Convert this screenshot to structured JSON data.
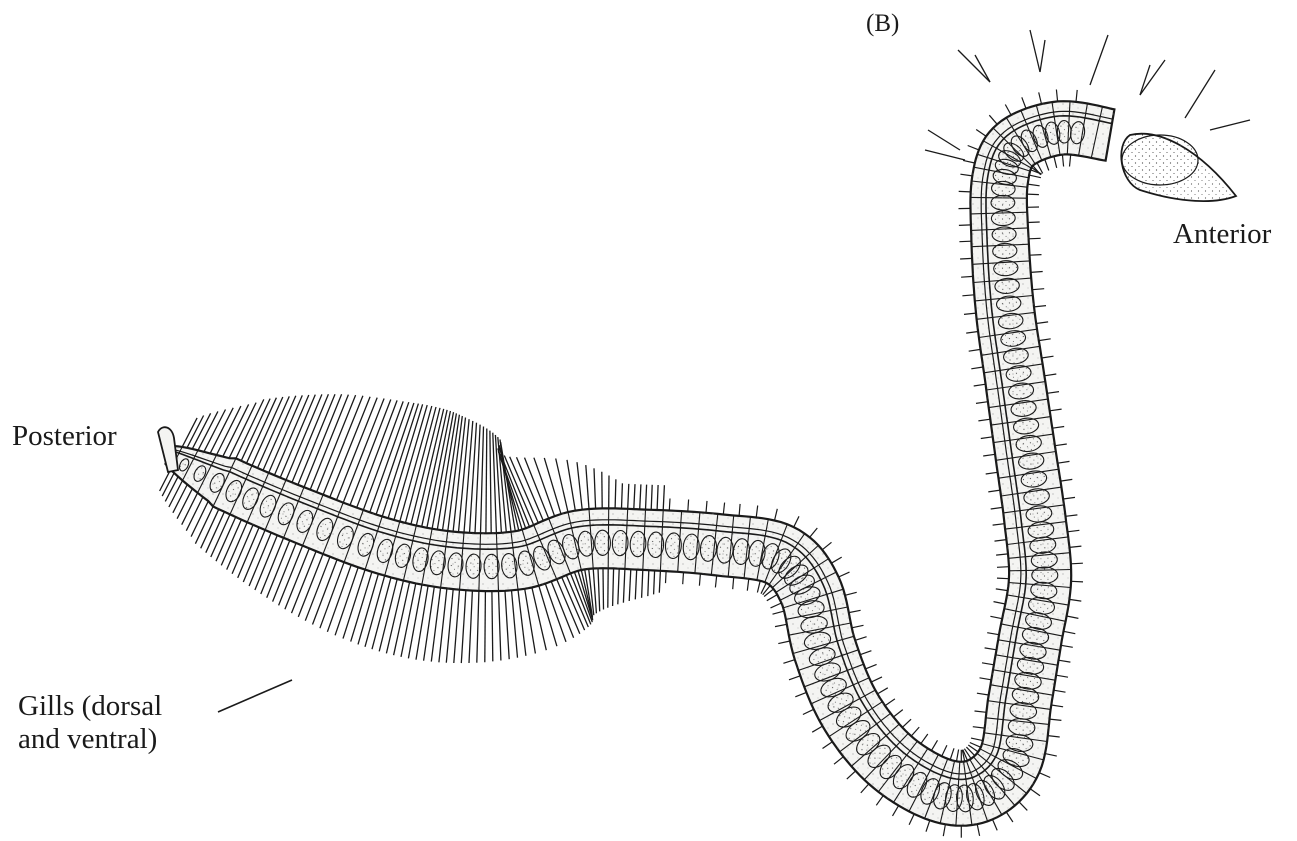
{
  "figure": {
    "panel_label": "(B)",
    "labels": {
      "anterior": "Anterior",
      "posterior": "Posterior",
      "gills_line1": "Gills (dorsal",
      "gills_line2": "and ventral)"
    }
  },
  "colors": {
    "ink": "#1a1a1a",
    "body_fill": "#f4f4f2",
    "stipple": "#555555",
    "background": "#ffffff"
  }
}
